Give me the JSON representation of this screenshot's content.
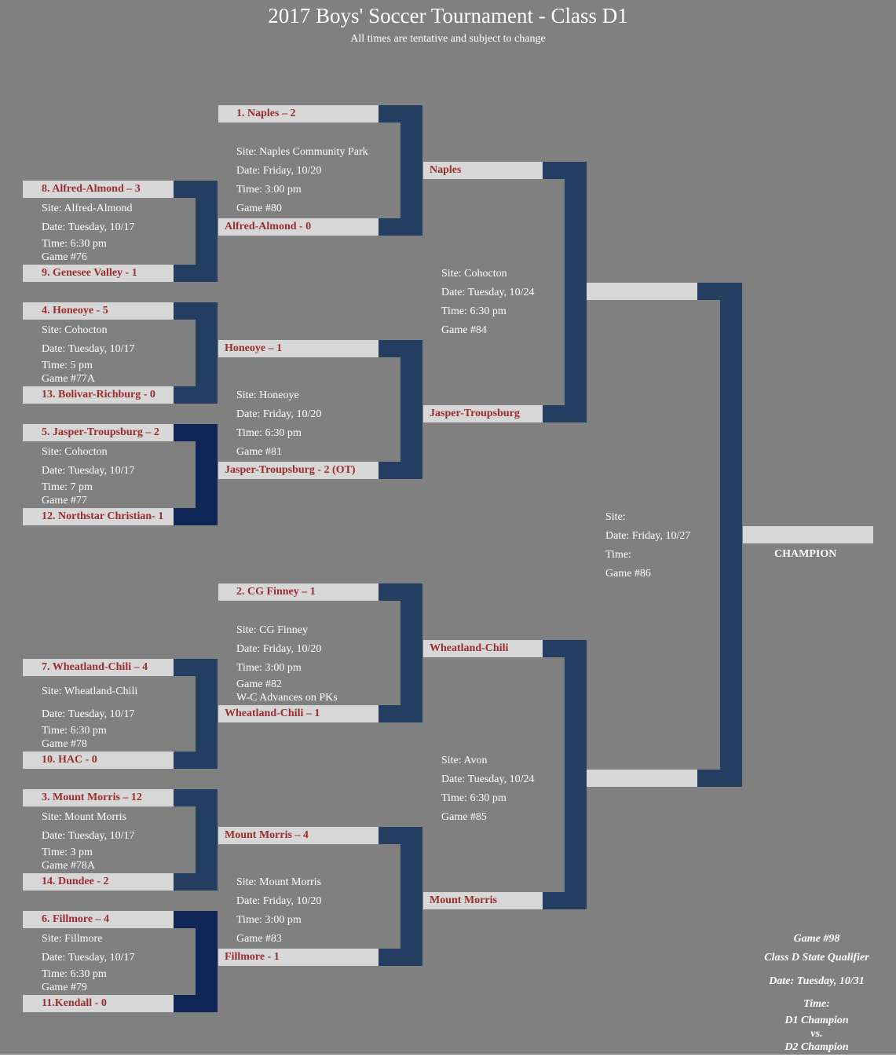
{
  "header": {
    "title": "2017 Boys' Soccer Tournament - Class D1",
    "subtitle": "All times are tentative and subject to change"
  },
  "round1": [
    {
      "top": "8. Alfred-Almond – 3",
      "bottom": "9. Genesee Valley - 1",
      "site": "Site: Alfred-Almond",
      "date": "Date: Tuesday, 10/17",
      "time": "Time: 6:30 pm",
      "game": "Game #76"
    },
    {
      "top": "4.  Honeoye - 5",
      "bottom": "13. Bolivar-Richburg - 0",
      "site": "Site: Cohocton",
      "date": "Date: Tuesday, 10/17",
      "time": "Time: 5 pm",
      "game": "Game #77A"
    },
    {
      "top": "5. Jasper-Troupsburg – 2",
      "bottom": "12. Northstar Christian- 1",
      "site": "Site: Cohocton",
      "date": "Date: Tuesday, 10/17",
      "time": "Time: 7 pm",
      "game": "Game #77"
    },
    {
      "top": "7. Wheatland-Chili – 4",
      "bottom": "10. HAC - 0",
      "site": "Site: Wheatland-Chili",
      "date": "Date: Tuesday, 10/17",
      "time": "Time: 6:30 pm",
      "game": "Game #78"
    },
    {
      "top": "3. Mount Morris – 12",
      "bottom": "14. Dundee - 2",
      "site": "Site: Mount Morris",
      "date": "Date: Tuesday, 10/17",
      "time": "Time: 3 pm",
      "game": "Game #78A"
    },
    {
      "top": "6. Fillmore – 4",
      "bottom": "11.Kendall - 0",
      "site": "Site: Fillmore",
      "date": "Date: Tuesday, 10/17",
      "time": "Time: 6:30 pm",
      "game": "Game #79"
    }
  ],
  "round2": [
    {
      "top": "1. Naples – 2",
      "bottom": "Alfred-Almond - 0",
      "site": "Site: Naples Community Park",
      "date": "Date: Friday, 10/20",
      "time": "Time: 3:00 pm",
      "game": "Game #80",
      "note": ""
    },
    {
      "top": "Honeoye – 1",
      "bottom": "Jasper-Troupsburg - 2 (OT)",
      "site": "Site: Honeoye",
      "date": "Date: Friday, 10/20",
      "time": "Time: 6:30 pm",
      "game": " Game #81",
      "note": ""
    },
    {
      "top": "2. CG Finney – 1",
      "bottom": "Wheatland-Chili – 1",
      "site": "Site: CG Finney",
      "date": "Date: Friday, 10/20",
      "time": "Time: 3:00 pm",
      "game": "Game #82",
      "note": "W-C Advances on PKs"
    },
    {
      "top": "Mount Morris – 4",
      "bottom": "Fillmore - 1",
      "site": "Site: Mount Morris",
      "date": "Date: Friday, 10/20",
      "time": "Time: 3:00 pm",
      "game": " Game #83",
      "note": ""
    }
  ],
  "round3": [
    {
      "top": "Naples",
      "bottom": "Jasper-Troupsburg",
      "site": "Site: Cohocton",
      "date": "Date: Tuesday, 10/24",
      "time": "Time: 6:30 pm",
      "game": " Game #84"
    },
    {
      "top": "Wheatland-Chili",
      "bottom": "Mount Morris",
      "site": "Site: Avon",
      "date": "Date: Tuesday, 10/24",
      "time": "Time: 6:30 pm",
      "game": " Game #85"
    }
  ],
  "round4": {
    "top": "",
    "bottom": "",
    "site": "Site:",
    "date": "Date: Friday, 10/27",
    "time": "Time:",
    "game": " Game #86"
  },
  "champion": {
    "slot": "",
    "label": "CHAMPION"
  },
  "final": {
    "game": "Game #98",
    "name": "Class D State Qualifier",
    "date": "Date: Tuesday, 10/31",
    "time": "Time:",
    "line1": "D1 Champion",
    "line2": "vs.",
    "line3": "D2 Champion"
  },
  "colors": {
    "background": "#808080",
    "slot": "#d7d7d7",
    "team_text": "#9b2c2c",
    "bracket": "#243f61",
    "bracket_dark": "#0f2657"
  }
}
